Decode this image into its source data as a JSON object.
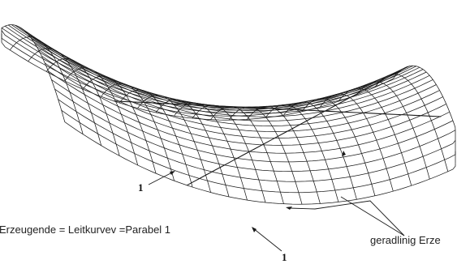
{
  "labels": {
    "left_caption": "Erzeugende = Leitkurvev =Parabel 1",
    "right_caption": "geradlinig Erze",
    "marker_upper": "1",
    "marker_lower": "1"
  },
  "colors": {
    "ink": "#1a1a1a",
    "background": "#ffffff"
  }
}
